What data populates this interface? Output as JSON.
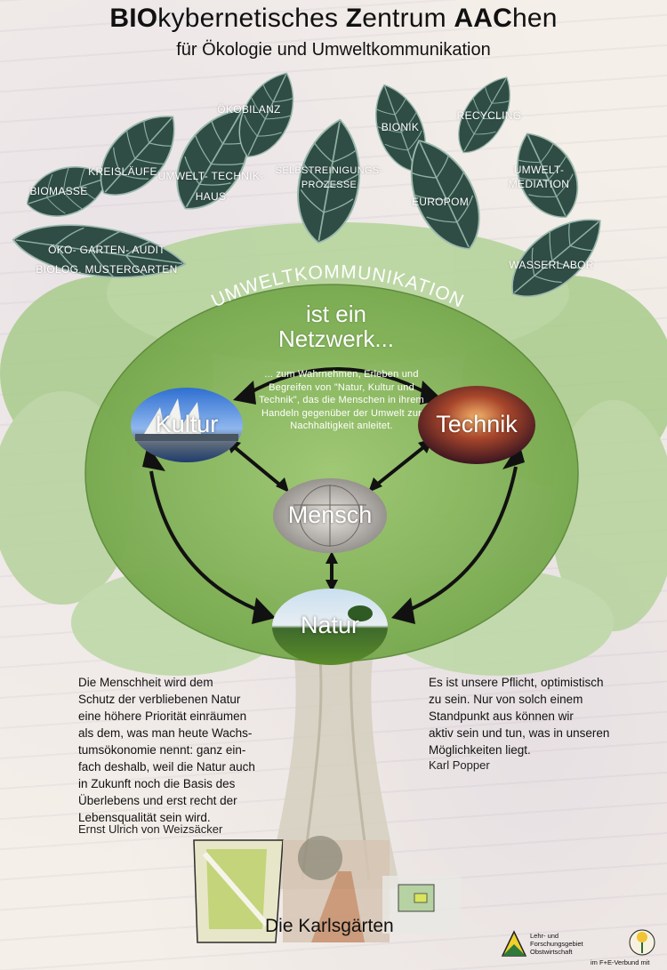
{
  "header": {
    "title_parts": [
      "BIO",
      "kybernetisches ",
      "Z",
      "entrum ",
      "AAC",
      "hen"
    ],
    "subtitle": "für Ökologie und Umweltkommunikation"
  },
  "leaves": {
    "biomasse": "BIOMASSE",
    "kreislaeufe": "KREISLÄUFE",
    "umwelt_technik_1": "UMWELT- TECHNIK-",
    "umwelt_technik_2": "HAUS",
    "oekobilanz": "ÖKOBILANZ",
    "selbst_1": "SELBSTREINIGUNGS-",
    "selbst_2": "PROZESSE",
    "bionik": "BIONIK",
    "recycling": "RECYCLING",
    "europom": "EUROPOM",
    "umwelt_mediation_1": "UMWELT-",
    "umwelt_mediation_2": "MEDIATION",
    "wasserlabor": "WASSERLABOR",
    "oeko_garten_1": "ÖKO- GARTEN- AUDIT",
    "oeko_garten_2": "BIOLOG. MUSTERGARTEN"
  },
  "network": {
    "arc_heading": "UMWELTKOMMUNIKATION",
    "line2": "ist ein",
    "line3": "Netzwerk...",
    "center_text": "... zum Wahrnehmen, Erleben und Begreifen von \"Natur, Kultur und Technik\", das die Menschen in ihrem Handeln gegenüber der Umwelt zur Nachhaltigkeit anleitet.",
    "nodes": {
      "kultur": "Kultur",
      "technik": "Technik",
      "mensch": "Mensch",
      "natur": "Natur"
    }
  },
  "quotes": {
    "left": {
      "lines": [
        "Die Menschheit wird dem",
        "Schutz der verbliebenen Natur",
        "eine höhere Priorität einräumen",
        "als dem, was man heute Wachs-",
        "tumsökonomie nennt: ganz ein-",
        "fach deshalb, weil die Natur auch",
        "in Zukunft noch die Basis des",
        "Überlebens und erst recht der",
        "Lebensqualität sein wird."
      ],
      "author": "Ernst Ulrich von Weizsäcker"
    },
    "right": {
      "lines": [
        "Es ist unsere Pflicht, optimistisch",
        "zu sein. Nur von solch einem",
        "Standpunkt aus können wir",
        "aktiv sein und tun, was in unseren",
        "Möglichkeiten liegt."
      ],
      "author": "Karl Popper"
    }
  },
  "footer": {
    "karlsgaerten": "Die Karlsgärten",
    "logo_text_1": "Lehr- und",
    "logo_text_2": "Forschungsgebiet",
    "logo_text_3": "Obstwirtschaft",
    "partner_note": "im F+E-Verbund mit"
  },
  "colors": {
    "leaf_dark": "#2f4d45",
    "leaf_vein": "#8fb0a3",
    "ellipse_fill": "#86b65a",
    "tree_green": "#a6c98a",
    "trunk": "#c9c3b2"
  }
}
